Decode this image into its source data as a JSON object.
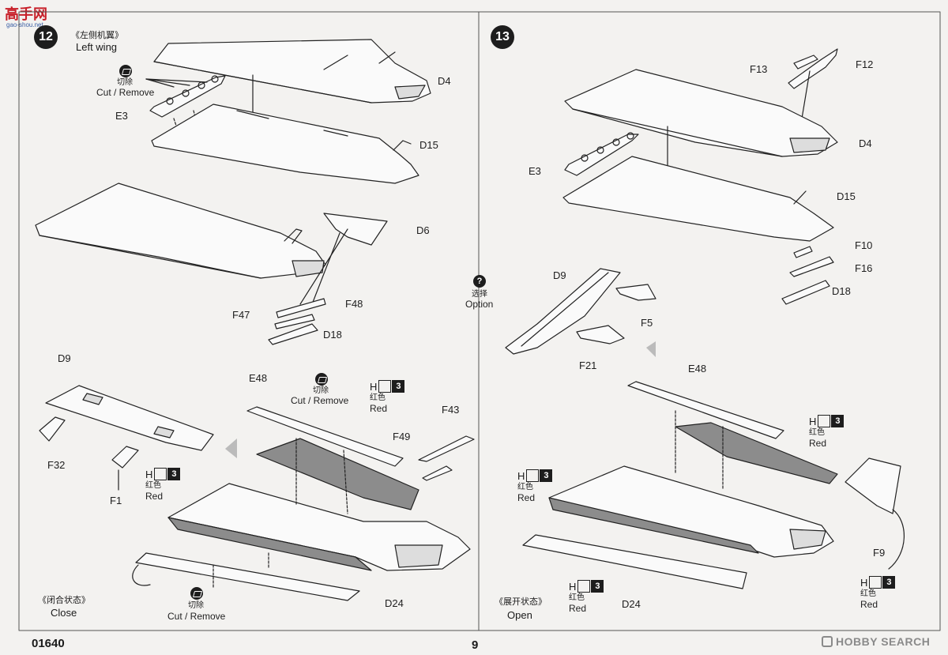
{
  "watermark": {
    "logo": "高手网",
    "sub": "gao-shou.net"
  },
  "step12": {
    "number": "12",
    "title_cn": "《左侧机翼》",
    "title_en": "Left wing",
    "cut_cn": "切除",
    "cut_en": "Cut / Remove",
    "parts": {
      "D4": "D4",
      "E3": "E3",
      "D15": "D15",
      "D6": "D6",
      "F47": "F47",
      "F48": "F48",
      "D18": "D18",
      "D9": "D9",
      "F32": "F32",
      "F1": "F1",
      "E48": "E48",
      "F49": "F49",
      "F43": "F43",
      "D24": "D24"
    },
    "paint_a": {
      "letter": "H",
      "num": "3",
      "cn": "红色",
      "en": "Red"
    },
    "paint_b": {
      "letter": "H",
      "num": "3",
      "cn": "红色",
      "en": "Red"
    },
    "cut2_cn": "切除",
    "cut2_en": "Cut / Remove",
    "cut3_cn": "切除",
    "cut3_en": "Cut / Remove",
    "state_cn": "《闭合状态》",
    "state_en": "Close"
  },
  "option": {
    "cn": "选择",
    "en": "Option",
    "icon": "question-icon"
  },
  "step13": {
    "number": "13",
    "parts": {
      "F13": "F13",
      "F12": "F12",
      "D4": "D4",
      "E3": "E3",
      "D15": "D15",
      "F10": "F10",
      "F16": "F16",
      "D18": "D18",
      "D9": "D9",
      "F5": "F5",
      "F21": "F21",
      "E48": "E48",
      "F9": "F9",
      "D24": "D24"
    },
    "paint_a": {
      "letter": "H",
      "num": "3",
      "cn": "红色",
      "en": "Red"
    },
    "paint_b": {
      "letter": "H",
      "num": "3",
      "cn": "红色",
      "en": "Red"
    },
    "paint_c": {
      "letter": "H",
      "num": "3",
      "cn": "红色",
      "en": "Red"
    },
    "paint_d": {
      "letter": "H",
      "num": "3",
      "cn": "红色",
      "en": "Red"
    },
    "state_cn": "《展开状态》",
    "state_en": "Open"
  },
  "footer": {
    "code": "01640",
    "page": "9",
    "brand": "HOBBY SEARCH"
  },
  "colors": {
    "paper": "#f3f2f0",
    "ink": "#1d1d1d",
    "grey_fill": "#8c8c8c",
    "watermark_red": "#c8202a"
  }
}
